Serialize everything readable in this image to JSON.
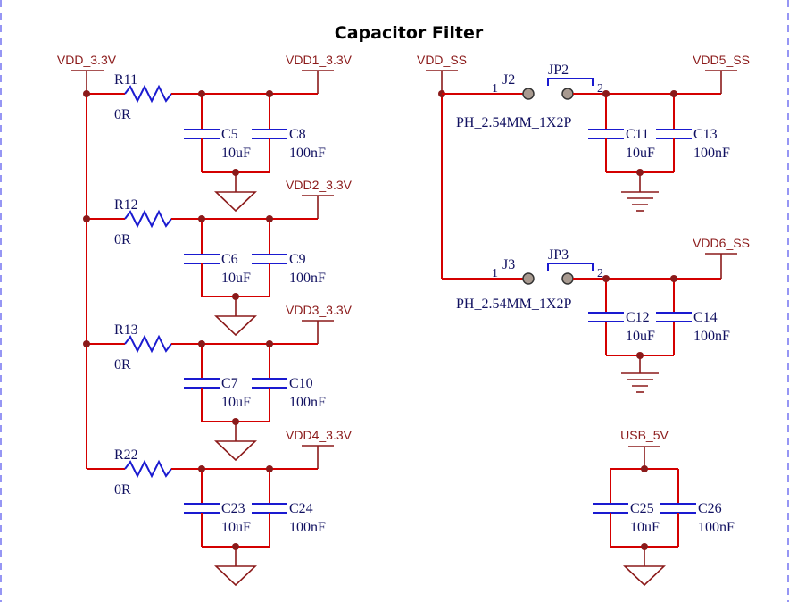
{
  "title": "Capacitor Filter",
  "nets": {
    "vdd_3v3": "VDD_3.3V",
    "vdd1": "VDD1_3.3V",
    "vdd2": "VDD2_3.3V",
    "vdd3": "VDD3_3.3V",
    "vdd4": "VDD4_3.3V",
    "vdd_ss": "VDD_SS",
    "vdd5": "VDD5_SS",
    "vdd6": "VDD6_SS",
    "usb_5v": "USB_5V"
  },
  "resistors": [
    {
      "ref": "R11",
      "value": "0R"
    },
    {
      "ref": "R12",
      "value": "0R"
    },
    {
      "ref": "R13",
      "value": "0R"
    },
    {
      "ref": "R22",
      "value": "0R"
    }
  ],
  "capacitors": [
    {
      "ref": "C5",
      "value": "10uF"
    },
    {
      "ref": "C8",
      "value": "100nF"
    },
    {
      "ref": "C6",
      "value": "10uF"
    },
    {
      "ref": "C9",
      "value": "100nF"
    },
    {
      "ref": "C7",
      "value": "10uF"
    },
    {
      "ref": "C10",
      "value": "100nF"
    },
    {
      "ref": "C23",
      "value": "10uF"
    },
    {
      "ref": "C24",
      "value": "100nF"
    },
    {
      "ref": "C11",
      "value": "10uF"
    },
    {
      "ref": "C13",
      "value": "100nF"
    },
    {
      "ref": "C12",
      "value": "10uF"
    },
    {
      "ref": "C14",
      "value": "100nF"
    },
    {
      "ref": "C25",
      "value": "10uF"
    },
    {
      "ref": "C26",
      "value": "100nF"
    }
  ],
  "jumpers": [
    {
      "ref": "J2",
      "jp": "JP2",
      "footprint": "PH_2.54MM_1X2P",
      "pin1": "1",
      "pin2": "2"
    },
    {
      "ref": "J3",
      "jp": "JP3",
      "footprint": "PH_2.54MM_1X2P",
      "pin1": "1",
      "pin2": "2"
    }
  ],
  "colors": {
    "wire": "#d40000",
    "net": "#8b1a1a",
    "component": "#1a1ad0",
    "border": "#6a6af0"
  }
}
